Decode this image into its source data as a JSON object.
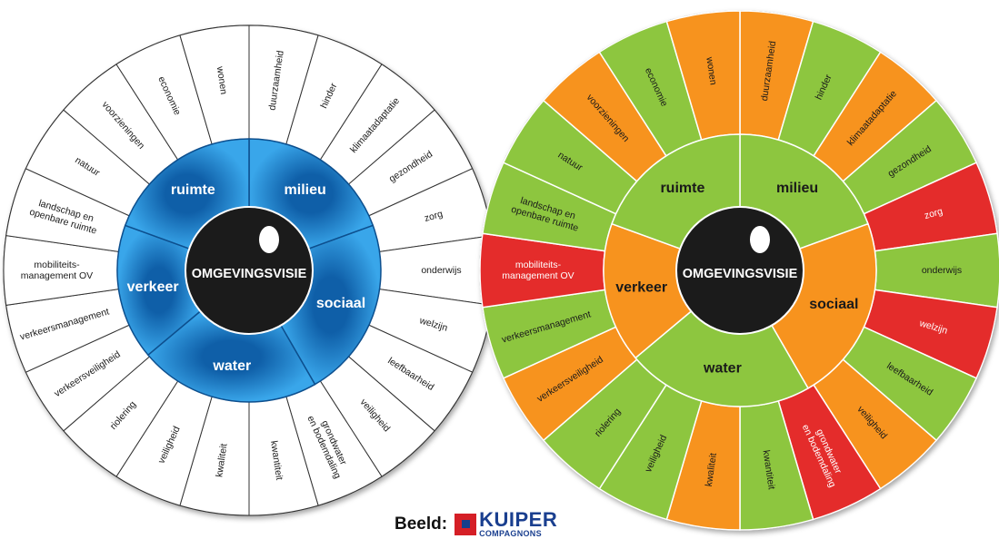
{
  "colors": {
    "green": "#8dc63f",
    "orange": "#f7931e",
    "red": "#e42c2b",
    "blue": "#2a8bd3",
    "pupil": "#1b1b1b",
    "white": "#ffffff",
    "outline": "#333333"
  },
  "center_label": "OMGEVINGSVISIE",
  "themes": [
    {
      "id": "milieu",
      "label": "milieu"
    },
    {
      "id": "sociaal",
      "label": "sociaal"
    },
    {
      "id": "water",
      "label": "water"
    },
    {
      "id": "verkeer",
      "label": "verkeer"
    },
    {
      "id": "ruimte",
      "label": "ruimte"
    }
  ],
  "left_wheel": {
    "segments": [
      {
        "label": "duurzaamheid"
      },
      {
        "label": "hinder"
      },
      {
        "label": "klimaatadaptatie"
      },
      {
        "label": "gezondheid"
      },
      {
        "label": "zorg"
      },
      {
        "label": "onderwijs"
      },
      {
        "label": "welzijn"
      },
      {
        "label": "leefbaarheid"
      },
      {
        "label": "veiligheid"
      },
      {
        "label": "grondwater en bodemdaling"
      },
      {
        "label": "kwantiteit"
      },
      {
        "label": "kwaliteit"
      },
      {
        "label": "veiligheid"
      },
      {
        "label": "riolering"
      },
      {
        "label": "verkeersveiligheid"
      },
      {
        "label": "verkeersmanagement"
      },
      {
        "label": "mobiliteits-management OV"
      },
      {
        "label": "landschap en openbare ruimte"
      },
      {
        "label": "natuur"
      },
      {
        "label": "voorzieningen"
      },
      {
        "label": "economie"
      },
      {
        "label": "wonen"
      }
    ]
  },
  "right_wheel": {
    "themes": [
      {
        "id": "milieu",
        "color": "green"
      },
      {
        "id": "sociaal",
        "color": "orange"
      },
      {
        "id": "water",
        "color": "green"
      },
      {
        "id": "verkeer",
        "color": "orange"
      },
      {
        "id": "ruimte",
        "color": "green"
      }
    ],
    "segments": [
      {
        "label": "duurzaamheid",
        "color": "orange"
      },
      {
        "label": "hinder",
        "color": "green"
      },
      {
        "label": "klimaatadaptatie",
        "color": "orange"
      },
      {
        "label": "gezondheid",
        "color": "green"
      },
      {
        "label": "zorg",
        "color": "red"
      },
      {
        "label": "onderwijs",
        "color": "green"
      },
      {
        "label": "welzijn",
        "color": "red"
      },
      {
        "label": "leefbaarheid",
        "color": "green"
      },
      {
        "label": "veiligheid",
        "color": "orange"
      },
      {
        "label": "grondwater en bodemdaling",
        "color": "red"
      },
      {
        "label": "kwantiteit",
        "color": "green"
      },
      {
        "label": "kwaliteit",
        "color": "orange"
      },
      {
        "label": "veiligheid",
        "color": "green"
      },
      {
        "label": "riolering",
        "color": "green"
      },
      {
        "label": "verkeersveiligheid",
        "color": "orange"
      },
      {
        "label": "verkeersmanagement",
        "color": "green"
      },
      {
        "label": "mobiliteits-management OV",
        "color": "red"
      },
      {
        "label": "landschap en openbare ruimte",
        "color": "green"
      },
      {
        "label": "natuur",
        "color": "green"
      },
      {
        "label": "voorzieningen",
        "color": "orange"
      },
      {
        "label": "economie",
        "color": "green"
      },
      {
        "label": "wonen",
        "color": "orange"
      }
    ]
  },
  "credit": {
    "label": "Beeld:",
    "logo_name": "KUIPER",
    "logo_sub": "COMPAGNONS"
  }
}
